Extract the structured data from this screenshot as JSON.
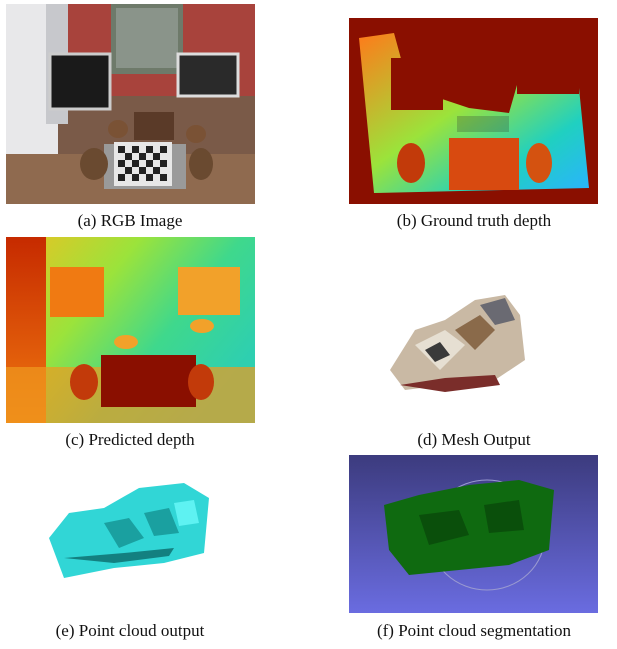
{
  "figure": {
    "panels": [
      {
        "id": "a",
        "caption": "(a) RGB Image"
      },
      {
        "id": "b",
        "caption": "(b) Ground truth depth"
      },
      {
        "id": "c",
        "caption": "(c) Predicted depth"
      },
      {
        "id": "d",
        "caption": "(d) Mesh Output"
      },
      {
        "id": "e",
        "caption": "(e) Point cloud output"
      },
      {
        "id": "f",
        "caption": "(f) Point cloud segmentation"
      }
    ]
  },
  "colors": {
    "depth_far": "#8a0f00",
    "depth_mid": "#7ddf3a",
    "depth_near": "#e85a10",
    "pointcloud": "#31d6d6",
    "seg_bg_top": "#3c3b7e",
    "seg_bg_bottom": "#6a6ce0",
    "seg_points": "#0f6a10"
  }
}
